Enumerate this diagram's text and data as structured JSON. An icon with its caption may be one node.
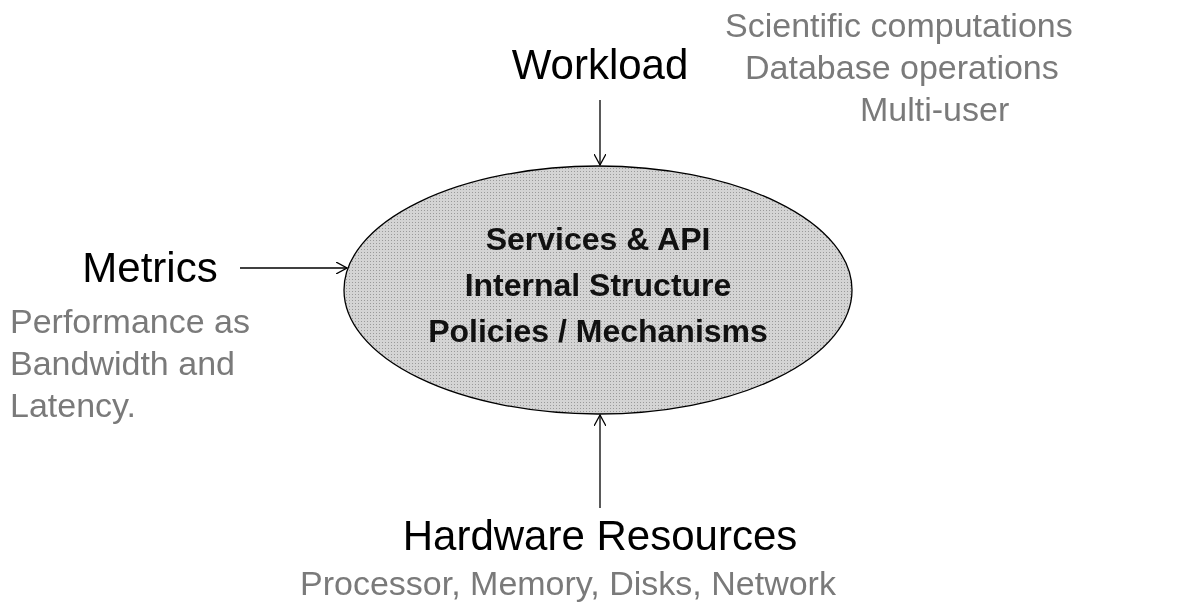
{
  "diagram": {
    "nodes": [
      {
        "text": [
          "Workload"
        ],
        "beside": [
          "Scientific computations",
          "Database operations",
          "Multi-user"
        ]
      },
      {
        "text": [
          "Services & API",
          "Internal Structure",
          "Policies / Mechanisms"
        ]
      },
      {
        "text": [
          "Metrics"
        ],
        "beside": [
          "Performance as Bandwidth and Latency."
        ]
      },
      {
        "text": [
          "Hardware Resources"
        ],
        "beside": [
          "Processor, Memory, Disks, Network"
        ]
      }
    ],
    "edges": [
      {
        "from": 0,
        "to": 1,
        "arrow": "to"
      },
      {
        "from": 2,
        "to": 1,
        "arrow": "to"
      },
      {
        "from": 3,
        "to": 1,
        "arrow": "to"
      }
    ]
  }
}
